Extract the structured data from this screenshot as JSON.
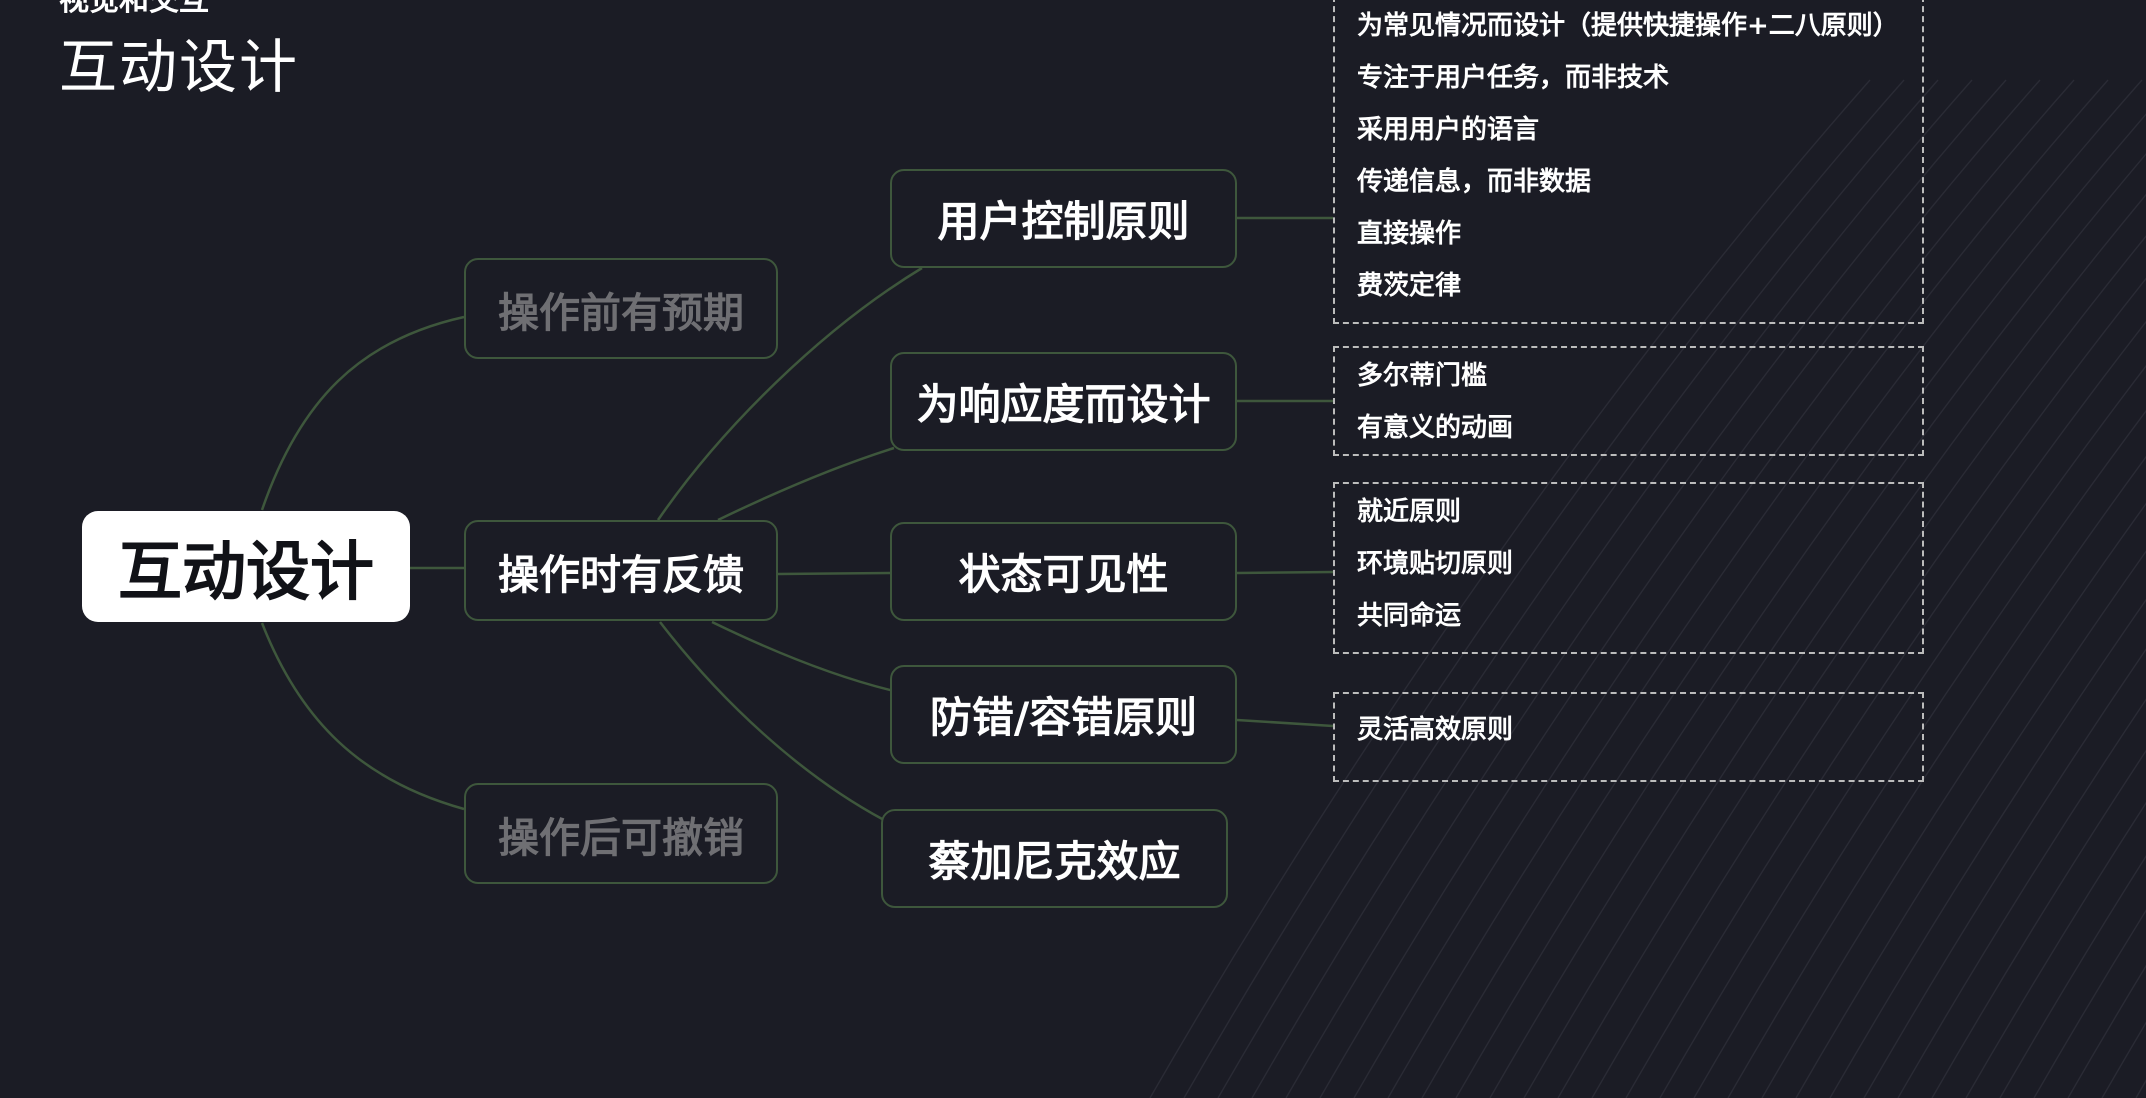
{
  "header": {
    "eyebrow": "视觉和交互",
    "title": "互动设计"
  },
  "colors": {
    "background": "#1b1c25",
    "connector": "#3e573c",
    "node_border": "#3e573c",
    "dim_text": "#6f6f73",
    "root_bg": "#ffffff",
    "dashed_border": "#bcbcbc"
  },
  "root": {
    "label": "互动设计"
  },
  "level1": [
    {
      "label": "操作前有预期",
      "dim": true
    },
    {
      "label": "操作时有反馈",
      "dim": false
    },
    {
      "label": "操作后可撤销",
      "dim": true
    }
  ],
  "level2": [
    {
      "label": "用户控制原则"
    },
    {
      "label": "为响应度而设计"
    },
    {
      "label": "状态可见性"
    },
    {
      "label": "防错/容错原则"
    },
    {
      "label": "蔡加尼克效应"
    }
  ],
  "details": [
    {
      "items": [
        "为常见情况而设计（提供快捷操作+二八原则）",
        "专注于用户任务，而非技术",
        "采用用户的语言",
        "传递信息，而非数据",
        "直接操作",
        "费茨定律"
      ]
    },
    {
      "items": [
        "多尔蒂门槛",
        "有意义的动画"
      ]
    },
    {
      "items": [
        "就近原则",
        "环境贴切原则",
        "共同命运"
      ]
    },
    {
      "items": [
        "灵活高效原则"
      ]
    }
  ]
}
